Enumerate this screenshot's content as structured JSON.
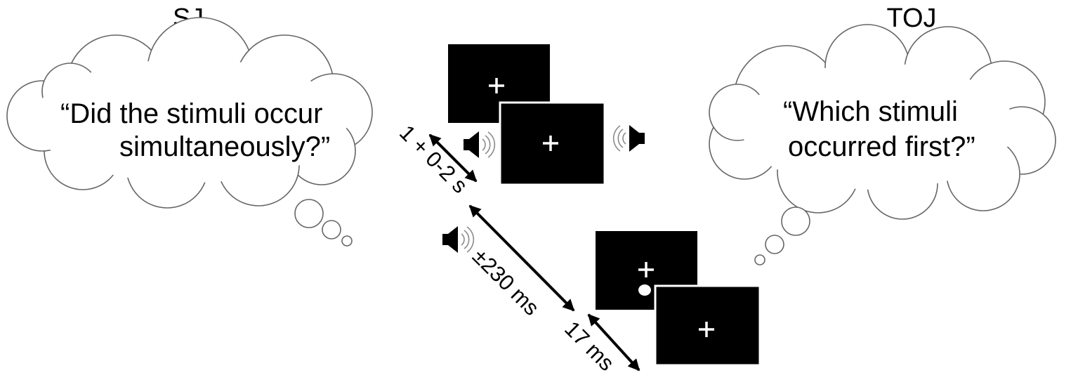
{
  "headings": {
    "left": "SJ",
    "right": "TOJ"
  },
  "bubbles": {
    "sj": {
      "line1": "“Did the stimuli occur",
      "line2": "simultaneously?”"
    },
    "toj": {
      "line1": "“Which stimuli",
      "line2": "occurred first?”"
    }
  },
  "timings": {
    "iti": "1 + 0-2 s",
    "soa": "±230 ms",
    "duration": "17 ms"
  },
  "screens": {
    "fixation_symbol": "+"
  },
  "colors": {
    "screen": "#000000",
    "symbol": "#ffffff",
    "cloud_outline": "#666666",
    "text": "#000000"
  },
  "icons": {
    "sound": "speaker-icon",
    "flash": "white-dot"
  }
}
